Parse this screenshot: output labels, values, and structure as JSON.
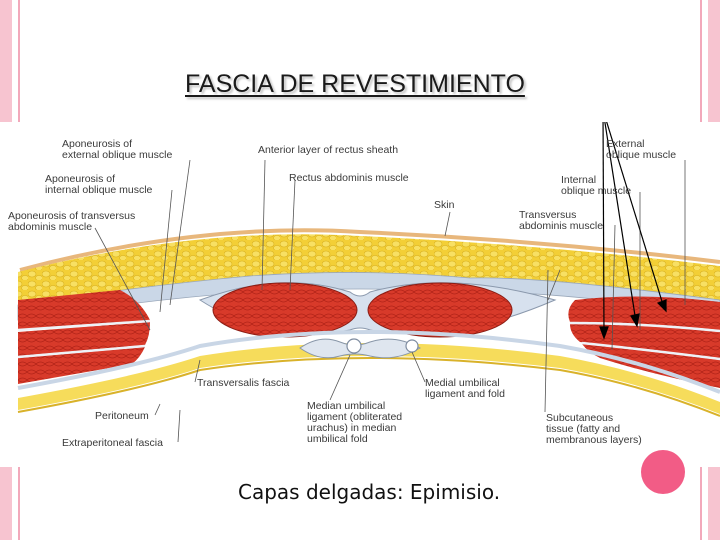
{
  "title": "FASCIA DE REVESTIMIENTO",
  "caption": "Capas delgadas: Epimisio.",
  "labels": {
    "aponeurosis_external_oblique": [
      "Aponeurosis of",
      "external oblique muscle"
    ],
    "aponeurosis_internal_oblique": [
      "Aponeurosis of",
      "internal oblique muscle"
    ],
    "aponeurosis_transversus": [
      "Aponeurosis of transversus",
      "abdominis muscle"
    ],
    "anterior_layer_rectus_sheath": [
      "Anterior layer of rectus sheath"
    ],
    "rectus_abdominis": [
      "Rectus abdominis muscle"
    ],
    "skin": [
      "Skin"
    ],
    "external_oblique": [
      "External",
      "oblique muscle"
    ],
    "internal_oblique": [
      "Internal",
      "oblique muscle"
    ],
    "transversus_abdominis": [
      "Transversus",
      "abdominis muscle"
    ],
    "transversalis_fascia": [
      "Transversalis fascia"
    ],
    "peritoneum": [
      "Peritoneum"
    ],
    "extraperitoneal_fascia": [
      "Extraperitoneal fascia"
    ],
    "median_umbilical_ligament": [
      "Median umbilical",
      "ligament (obliterated",
      "urachus) in median",
      "umbilical fold"
    ],
    "medial_umbilical_ligament": [
      "Medial umbilical",
      "ligament and fold"
    ],
    "subcutaneous_tissue": [
      "Subcutaneous",
      "tissue (fatty and",
      "membranous layers)"
    ]
  },
  "colors": {
    "frame_pink": "#f7c4d0",
    "accent_dot": "#f25c86",
    "fat_yellow": "#f4d23a",
    "muscle_red": "#d93a2b",
    "fascia_blue": "#c9d6e6"
  }
}
